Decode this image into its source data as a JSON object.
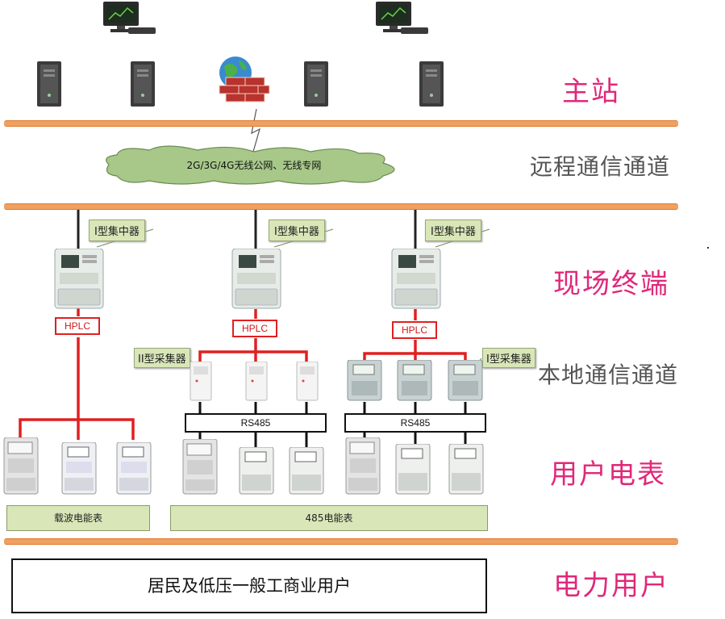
{
  "layers": {
    "master_station": "主站",
    "remote_channel": "远程通信通道",
    "field_terminal": "现场终端",
    "local_channel": "本地通信通道",
    "user_meters": "用户电表",
    "power_users": "电力用户"
  },
  "network_cloud": "2G/3G/4G无线公网、无线专网",
  "concentrator_label": "I型集中器",
  "collector_label": "II型采集器",
  "collector_label_right": "I型采集器",
  "hplc_label": "HPLC",
  "rs485_label": "RS485",
  "meter_groups": {
    "carrier": "载波电能表",
    "rs485": "485电能表"
  },
  "users_box": "居民及低压一般工商业用户",
  "colors": {
    "bus": "#f0a060",
    "red_line": "#e02020",
    "label_pink": "#e0287a",
    "label_grey": "#555555",
    "tag_bg": "#d9e6b8"
  }
}
